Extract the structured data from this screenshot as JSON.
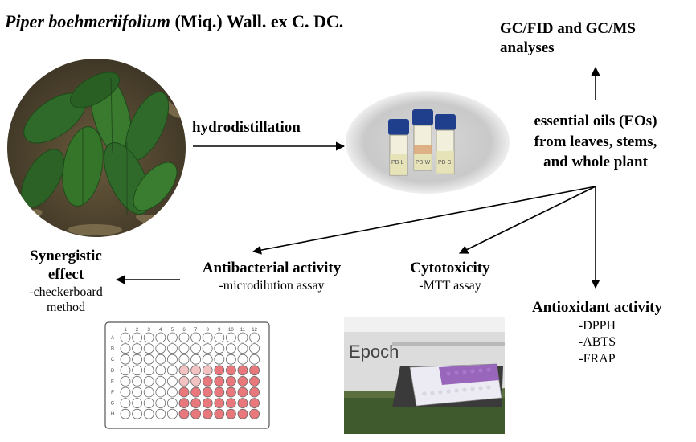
{
  "title": {
    "species": "Piper boehmeriifolium",
    "authority": "(Miq.) Wall. ex C. DC."
  },
  "nodes": {
    "gc": {
      "line1": "GC/FID and GC/MS",
      "line2": "analyses"
    },
    "hydro": "hydrodistillation",
    "eos": {
      "line1": "essential oils (EOs)",
      "line2": "from leaves, stems,",
      "line3": "and whole plant"
    },
    "antibacterial": {
      "title": "Antibacterial activity",
      "sub": "-microdilution assay"
    },
    "cytotoxicity": {
      "title": "Cytotoxicity",
      "sub": "-MTT assay"
    },
    "antioxidant": {
      "title": "Antioxidant activity",
      "items": [
        "-DPPH",
        "-ABTS",
        "-FRAP"
      ]
    },
    "synergistic": {
      "line1": "Synergistic",
      "line2": "effect",
      "sub1": "-checkerboard",
      "sub2": "method"
    }
  },
  "plate": {
    "columns": [
      "1",
      "2",
      "3",
      "4",
      "5",
      "6",
      "7",
      "8",
      "9",
      "10",
      "11",
      "12"
    ],
    "rows": [
      "A",
      "B",
      "C",
      "D",
      "E",
      "F",
      "G",
      "H"
    ],
    "colors": {
      "empty": "#ffffff",
      "light": "#f3c2c2",
      "dark": "#e8787c"
    }
  },
  "vials": {
    "labels": [
      "PB-L",
      "PB-W",
      "PB-S"
    ],
    "cap_color": "#1f3f8c"
  },
  "reader": {
    "brand": "Epoch"
  }
}
